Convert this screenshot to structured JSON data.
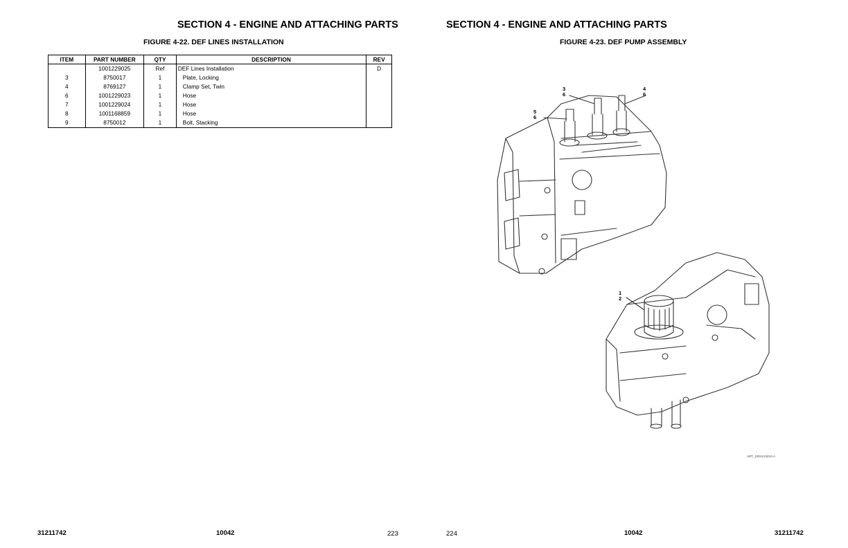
{
  "left_page": {
    "section_title": "SECTION 4 - ENGINE AND ATTACHING PARTS",
    "figure_title": "FIGURE 4-22. DEF LINES INSTALLATION",
    "table": {
      "headers": [
        "ITEM",
        "PART NUMBER",
        "QTY",
        "DESCRIPTION",
        "REV"
      ],
      "rows": [
        {
          "item": "",
          "part": "1001229025",
          "qty": "Ref",
          "desc": "DEF Lines Installation",
          "rev": "D"
        },
        {
          "item": "3",
          "part": "8750017",
          "qty": "1",
          "desc": "Plate, Locking",
          "rev": ""
        },
        {
          "item": "4",
          "part": "8769127",
          "qty": "1",
          "desc": "Clamp Set, Twin",
          "rev": ""
        },
        {
          "item": "6",
          "part": "1001229023",
          "qty": "1",
          "desc": "Hose",
          "rev": ""
        },
        {
          "item": "7",
          "part": "1001229024",
          "qty": "1",
          "desc": "Hose",
          "rev": ""
        },
        {
          "item": "8",
          "part": "1001168859",
          "qty": "1",
          "desc": "Hose",
          "rev": ""
        },
        {
          "item": "9",
          "part": "8750012",
          "qty": "1",
          "desc": "Bolt, Stacking",
          "rev": ""
        }
      ]
    },
    "footer": {
      "doc_number": "31211742",
      "center_code": "10042",
      "page_number": "223"
    }
  },
  "right_page": {
    "section_title": "SECTION 4 - ENGINE AND ATTACHING PARTS",
    "figure_title": "FIGURE 4-23. DEF PUMP ASSEMBLY",
    "callouts": {
      "c36": [
        "3",
        "6"
      ],
      "c46": [
        "4",
        "6"
      ],
      "c56": [
        "5",
        "6"
      ],
      "c12": [
        "1",
        "2"
      ]
    },
    "art_code": "ART_1001213210-A",
    "footer": {
      "page_number": "224",
      "center_code": "10042",
      "doc_number": "31211742"
    }
  }
}
